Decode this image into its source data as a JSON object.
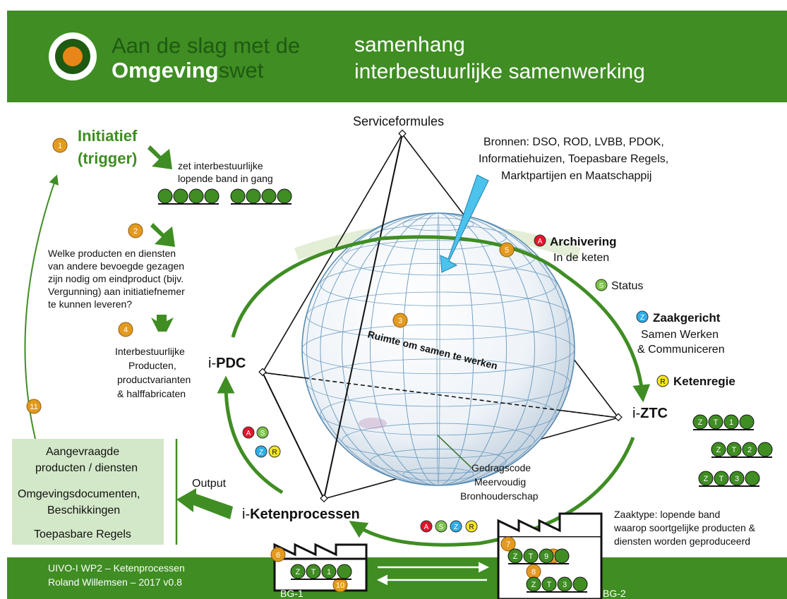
{
  "header": {
    "logo_line1": "Aan de slag met de",
    "logo_line2_bold": "Omgeving",
    "logo_line2_rest": "swet",
    "title_line1": "samenhang",
    "title_line2": "interbestuurlijke samenwerking"
  },
  "footer": {
    "line1": "UIVO-I WP2 – Ketenprocessen",
    "line2": "Roland Willemsen  – 2017 v0.8",
    "bg1": "BG-1",
    "bg2": "BG-2"
  },
  "labels": {
    "serviceformules": "Serviceformules",
    "bronnen": [
      "Bronnen: DSO, ROD, LVBB, PDOK,",
      "Informatiehuizen, Toepasbare Regels,",
      "Marktpartijen en Maatschappij"
    ],
    "initiatief": [
      "Initiatief",
      "(trigger)"
    ],
    "zet_band": [
      "zet interbestuurlijke",
      "lopende band in gang"
    ],
    "welke": [
      "Welke producten en diensten",
      "van andere bevoegde gezagen",
      "zijn nodig om eindproduct (bijv.",
      "Vergunning) aan initiatiefnemer",
      "te kunnen leveren?"
    ],
    "interbestuurlijke": [
      "Interbestuurlijke",
      "Producten,",
      "productvarianten",
      "& halffabricaten"
    ],
    "ipdc_prefix": "i-",
    "ipdc_bold": "PDC",
    "iztc_prefix": "i-",
    "iztc_bold": "ZTC",
    "iketen_prefix": "i-",
    "iketen_bold": "Ketenprocessen",
    "ruimte": "Ruimte om samen te werken",
    "archivering": "Archivering",
    "in_de_keten": "In de keten",
    "status": "Status",
    "zaakgericht": "Zaakgericht",
    "samen_werken": "Samen Werken",
    "communiceren": "& Communiceren",
    "ketenregie": "Ketenregie",
    "gedragscode": [
      "Gedragscode",
      "Meervoudig",
      "Bronhouderschap"
    ],
    "output": "Output",
    "aangevraagde": [
      "Aangevraagde",
      "producten / diensten"
    ],
    "omgevingsdocumenten": [
      "Omgevingsdocumenten,",
      "Beschikkingen"
    ],
    "toepasbare": "Toepasbare Regels",
    "zaaktype": [
      "Zaaktype: lopende band",
      "waarop soortgelijke producten &",
      "diensten worden geproduceerd"
    ]
  },
  "step_numbers": [
    "1",
    "2",
    "3",
    "4",
    "5",
    "6",
    "7",
    "8",
    "9",
    "10",
    "11"
  ],
  "badges": {
    "a": "A",
    "s": "S",
    "z": "Z",
    "r": "R",
    "t": "T"
  },
  "belt_numbers": [
    "1",
    "2",
    "3"
  ],
  "colors": {
    "green": "#3f8d23",
    "dark_green": "#1f5a12",
    "orange_badge": "#e39a1f",
    "red_badge": "#e3152b",
    "status_badge": "#7cc349",
    "zaak_badge": "#2eaeea",
    "regie_badge": "#f5e51c",
    "light_green_box": "#d3e8c8",
    "cyan_arrow": "#4cc3ec"
  }
}
